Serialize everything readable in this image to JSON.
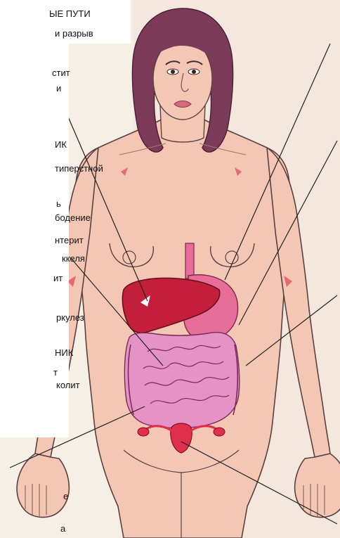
{
  "labels": {
    "biliary": [
      "ЫЕ ПУТИ",
      "и  разрыв"
    ],
    "gallbladder": [
      "стит",
      "и"
    ],
    "duodenum": [
      "ИК",
      "типерстной"
    ],
    "small_intestine": [
      "ь",
      "бодение",
      "нтерит",
      "ккеля",
      "ит"
    ],
    "tuberculosis": [
      "ркулез"
    ],
    "colon": [
      "НИК",
      "т",
      " колит"
    ],
    "bottom": [
      "е",
      "а"
    ]
  },
  "colors": {
    "background": "#f6efe6",
    "skin": "#f3c7b4",
    "skin_outline": "#5a4040",
    "hair": "#7c3a59",
    "liver": "#c41f3a",
    "stomach": "#e76e98",
    "intestine": "#e593c6",
    "reproductive": "#e02f4a"
  },
  "icons": [
    "liver-icon",
    "stomach-icon",
    "intestine-icon",
    "uterus-icon"
  ]
}
